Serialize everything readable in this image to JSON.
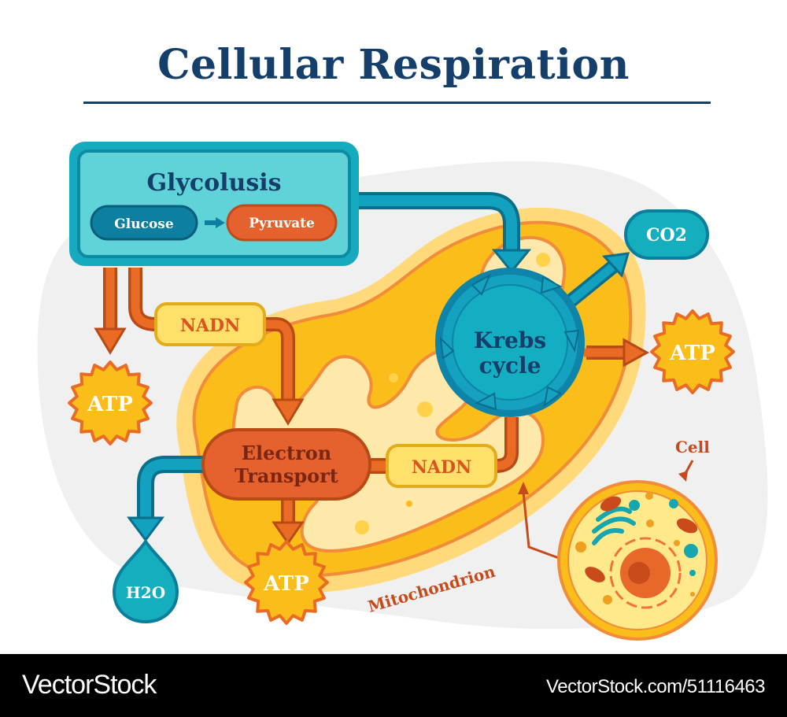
{
  "title": "Cellular Respiration",
  "colors": {
    "title": "#143f6b",
    "teal": "#11aebe",
    "teal_dark": "#0a7f9c",
    "orange": "#e8682a",
    "orange_dark": "#c2501d",
    "yellow": "#fbbd1a",
    "pale_yellow": "#ffe89a",
    "brown_text": "#8c2e14"
  },
  "glycolysis": {
    "label": "Glycolusis",
    "input": "Glucose",
    "output": "Pyruvate"
  },
  "nodes": {
    "nadh_top": "NADN",
    "nadh_right": "NADN",
    "krebs_line1": "Krebs",
    "krebs_line2": "cycle",
    "electron_line1": "Electron",
    "electron_line2": "Transport",
    "co2": "CO2",
    "h2o": "H2O",
    "atp_left": "ATP",
    "atp_right": "ATP",
    "atp_bottom": "ATP"
  },
  "labels": {
    "mitochondrion": "Mitochondrion",
    "cell": "Cell"
  },
  "footer": {
    "brand": "VectorStock",
    "reference": "VectorStock.com/51116463"
  }
}
